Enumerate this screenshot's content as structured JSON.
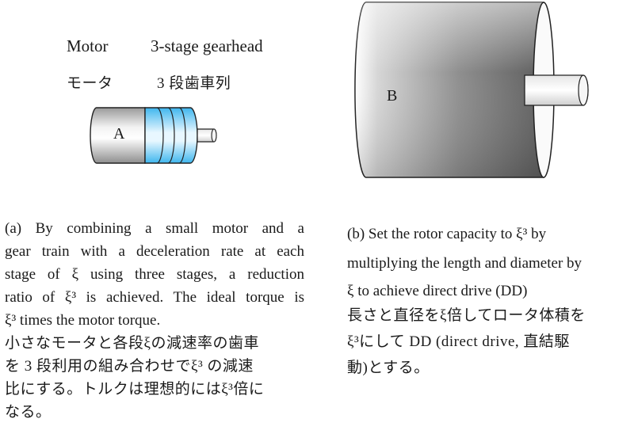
{
  "figure_a": {
    "label_motor_en": "Motor",
    "label_gear_en": "3-stage gearhead",
    "label_motor_jp": "モータ",
    "label_gear_jp": "3 段歯車列",
    "motor_letter": "A",
    "caption_en_lines": [
      "(a) By combining a small motor and a",
      "gear train with a deceleration rate at each",
      "stage of ξ using three stages, a reduction",
      "ratio of ξ³ is achieved. The ideal torque is",
      "ξ³ times the motor torque."
    ],
    "caption_jp_lines": [
      "小さなモータと各段ξの減速率の歯車",
      "を 3 段利用の組み合わせでξ³ の減速",
      "比にする。トルクは理想的にはξ³倍に",
      "なる。"
    ]
  },
  "figure_b": {
    "motor_letter": "B",
    "caption_en_lines": [
      "(b) Set the rotor capacity to ξ³ by",
      "multiplying the length and diameter by",
      "ξ to achieve direct drive (DD)"
    ],
    "caption_jp_lines": [
      "長さと直径をξ倍してロータ体積を",
      "ξ³にして DD (direct drive, 直結駆",
      "動)とする。"
    ]
  },
  "colors": {
    "motor_gray_dark": "#8a8a8a",
    "motor_gray_light": "#f2f2f2",
    "gear_blue": "#3fb6ee",
    "gear_blue_light": "#e8f7ff",
    "outline": "#222222"
  }
}
